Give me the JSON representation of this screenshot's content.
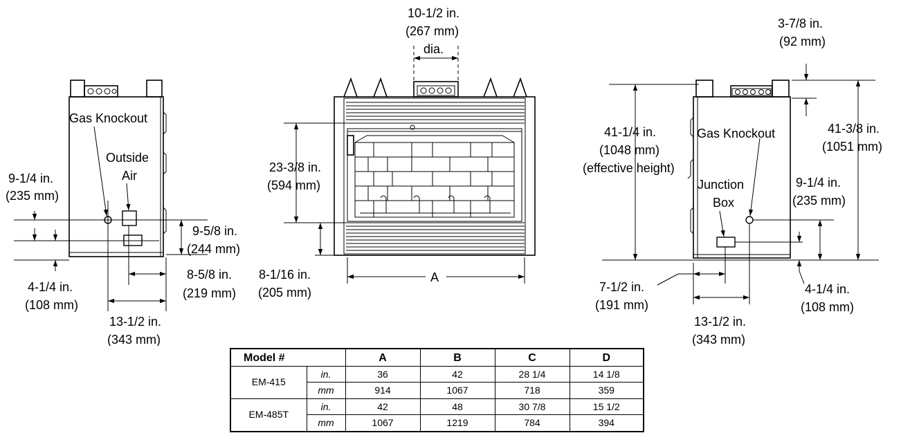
{
  "labels": {
    "top_flue_in": "10-1/2 in.",
    "top_flue_mm": "(267 mm)",
    "top_flue_dia": "dia.",
    "left": {
      "gas_knockout": "Gas Knockout",
      "outside": "Outside",
      "air": "Air",
      "d1_in": "9-1/4 in.",
      "d1_mm": "(235 mm)",
      "d2_in": "9-5/8 in.",
      "d2_mm": "(244 mm)",
      "d3_in": "8-5/8 in.",
      "d3_mm": "(219 mm)",
      "d4_in": "4-1/4 in.",
      "d4_mm": "(108 mm)",
      "d5_in": "13-1/2 in.",
      "d5_mm": "(343 mm)"
    },
    "front": {
      "h1_in": "23-3/8 in.",
      "h1_mm": "(594 mm)",
      "h2_in": "8-1/16 in.",
      "h2_mm": "(205 mm)",
      "width": "A"
    },
    "right": {
      "top_in": "3-7/8 in.",
      "top_mm": "(92 mm)",
      "h_in": "41-1/4 in.",
      "h_mm": "(1048 mm)",
      "h_note": "(effective height)",
      "gas_knockout": "Gas Knockout",
      "h2_in": "41-3/8 in.",
      "h2_mm": "(1051 mm)",
      "junction": "Junction",
      "box": "Box",
      "d1_in": "9-1/4 in.",
      "d1_mm": "(235 mm)",
      "d2_in": "7-1/2 in.",
      "d2_mm": "(191 mm)",
      "d3_in": "4-1/4 in.",
      "d3_mm": "(108 mm)",
      "d4_in": "13-1/2 in.",
      "d4_mm": "(343 mm)"
    }
  },
  "table": {
    "headers": [
      "Model #",
      "A",
      "B",
      "C",
      "D"
    ],
    "rows": [
      {
        "model": "EM-415",
        "unit": "in.",
        "values": [
          "36",
          "42",
          "28 1/4",
          "14 1/8"
        ]
      },
      {
        "model": "",
        "unit": "mm",
        "values": [
          "914",
          "1067",
          "718",
          "359"
        ]
      },
      {
        "model": "EM-485T",
        "unit": "in.",
        "values": [
          "42",
          "48",
          "30 7/8",
          "15 1/2"
        ]
      },
      {
        "model": "",
        "unit": "mm",
        "values": [
          "1067",
          "1219",
          "784",
          "394"
        ]
      }
    ]
  }
}
